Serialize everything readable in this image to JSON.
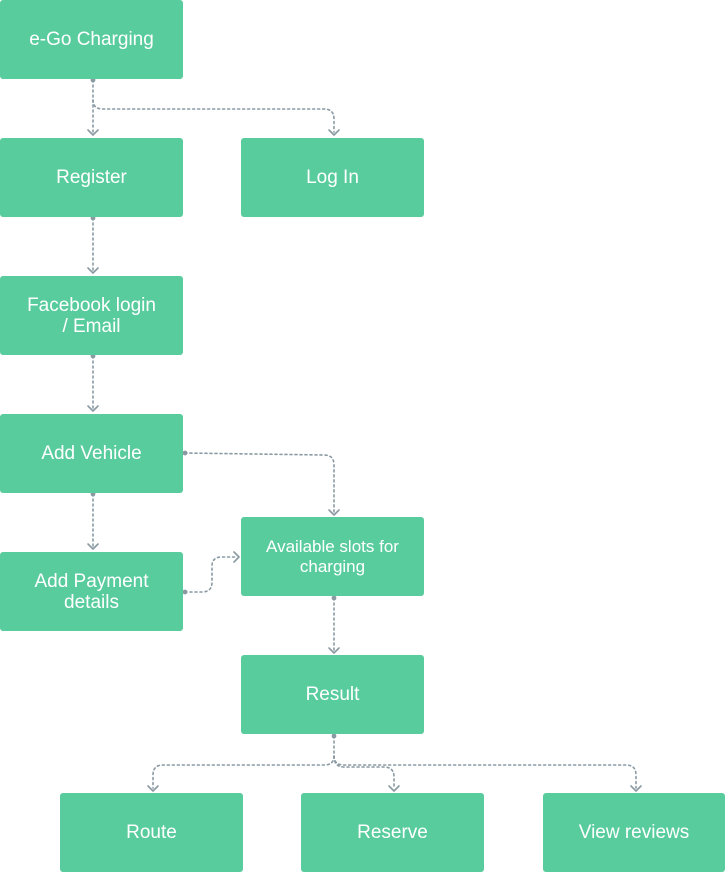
{
  "nodes": {
    "ego_charging": "e-Go Charging",
    "register": "Register",
    "login": "Log In",
    "facebook_email": "Facebook login\n/ Email",
    "add_vehicle": "Add Vehicle",
    "add_payment": "Add Payment\ndetails",
    "available_slots": "Available slots for\ncharging",
    "result": "Result",
    "route": "Route",
    "reserve": "Reserve",
    "view_reviews": "View reviews"
  },
  "colors": {
    "node_fill": "#59cc9e",
    "node_text": "#ffffff",
    "connector": "#8a9aa3"
  }
}
